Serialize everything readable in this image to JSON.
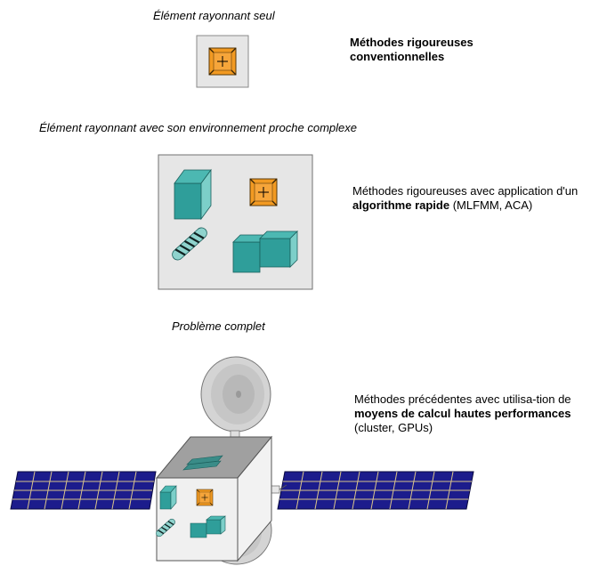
{
  "sections": [
    {
      "caption": "Élément rayonnant seul",
      "method_bold": "Méthodes rigoureuses conventionnelles"
    },
    {
      "caption": "Élément rayonnant avec son environnement proche complexe",
      "method_pre": "Méthodes rigoureuses avec application d'un ",
      "method_bold": "algorithme rapide",
      "method_post": " (MLFMM, ACA)"
    },
    {
      "caption": "Problème complet",
      "method_pre": "Méthodes précédentes avec utilisa-tion de ",
      "method_bold": "moyens de calcul hautes performances",
      "method_post": " (cluster, GPUs)"
    }
  ],
  "colors": {
    "patch": "#f29a22",
    "teal": "#2f9e9a",
    "panel": "#1c1c8c",
    "panel_grid": "#d9c48a",
    "box_fill": "#e6e6e6"
  }
}
